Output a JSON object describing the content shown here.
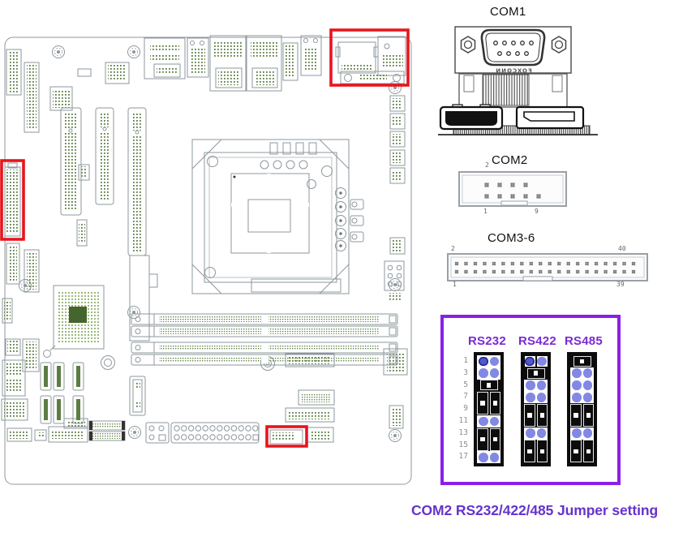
{
  "headings": {
    "com1": "COM1",
    "com2": "COM2",
    "com3_6": "COM3-6"
  },
  "com1": {
    "brand": "FOXCONN"
  },
  "com2_header": {
    "top_pin_label": "2",
    "bottom_left_label": "1",
    "bottom_right_label": "9",
    "top_pin_count": 4,
    "bottom_pin_count": 5
  },
  "com36_header": {
    "top_left_label": "2",
    "top_right_label": "40",
    "bottom_left_label": "1",
    "bottom_right_label": "39",
    "pins_per_row": 20
  },
  "jumper": {
    "caption": "COM2 RS232/422/485 Jumper setting",
    "pin_labels": [
      "1",
      "3",
      "5",
      "7",
      "9",
      "11",
      "13",
      "15",
      "17"
    ],
    "modes": [
      {
        "label": "RS232",
        "segments": [
          {
            "type": "circles",
            "dark_first": true
          },
          {
            "type": "circles"
          },
          {
            "type": "hcap"
          },
          {
            "type": "vcaps"
          },
          {
            "type": "circles"
          },
          {
            "type": "vcaps"
          },
          {
            "type": "circles"
          }
        ]
      },
      {
        "label": "RS422",
        "segments": [
          {
            "type": "circles",
            "dark_first": true,
            "bg": "black"
          },
          {
            "type": "hcap"
          },
          {
            "type": "circles"
          },
          {
            "type": "circles"
          },
          {
            "type": "vcaps"
          },
          {
            "type": "circles"
          },
          {
            "type": "vcaps"
          }
        ]
      },
      {
        "label": "RS485",
        "segments": [
          {
            "type": "hcap"
          },
          {
            "type": "circles"
          },
          {
            "type": "circles"
          },
          {
            "type": "circles"
          },
          {
            "type": "vcaps"
          },
          {
            "type": "circles"
          },
          {
            "type": "vcaps"
          }
        ]
      }
    ]
  },
  "colors": {
    "red_highlight": "#e8151d",
    "purple_border": "#8b1fe8",
    "purple_label": "#7a2ad4",
    "caption_purple": "#6633cc",
    "jumper_pin_light": "#8289e4",
    "jumper_pin_dark": "#4f58cc",
    "board_line": "#8e979c",
    "board_green": "#5c7d42"
  }
}
